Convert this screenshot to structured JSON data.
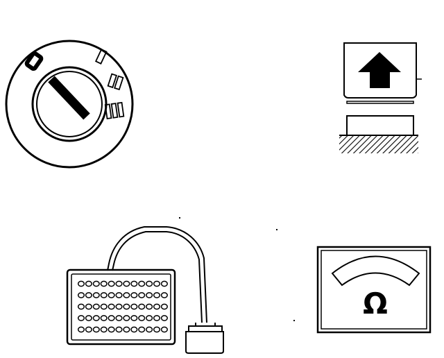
{
  "figure": {
    "ignition_switch": {
      "position_labels": [
        "0",
        "I",
        "II",
        "III"
      ]
    },
    "ohmmeter": {
      "unit_symbol": "Ω"
    },
    "breakout_box": {
      "pin_rows": 5,
      "pins_per_row": 12
    },
    "lift_indicator": {
      "arrow_direction": "up"
    }
  }
}
